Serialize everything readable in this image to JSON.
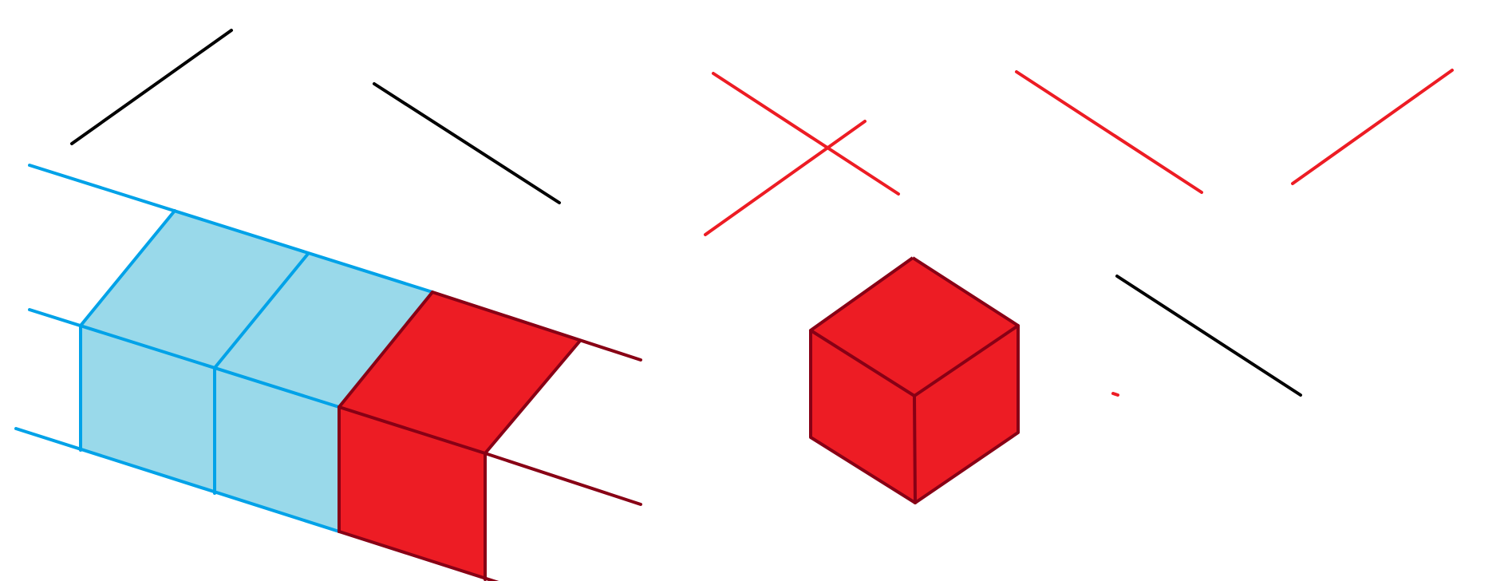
{
  "colors": {
    "background": "#FFFFFF",
    "black_line": "#000000",
    "red_line": "#ED1C24",
    "blue_line": "#00A2E8",
    "light_blue_fill": "#99D9EA",
    "red_fill": "#ED1C24",
    "dark_red_line": "#880015"
  },
  "elements": {
    "black_lines": 3,
    "red_lines": 4,
    "red_dot": 1,
    "blue_face_panels": 4,
    "red_face_panels": 2,
    "cube_faces": 3
  }
}
